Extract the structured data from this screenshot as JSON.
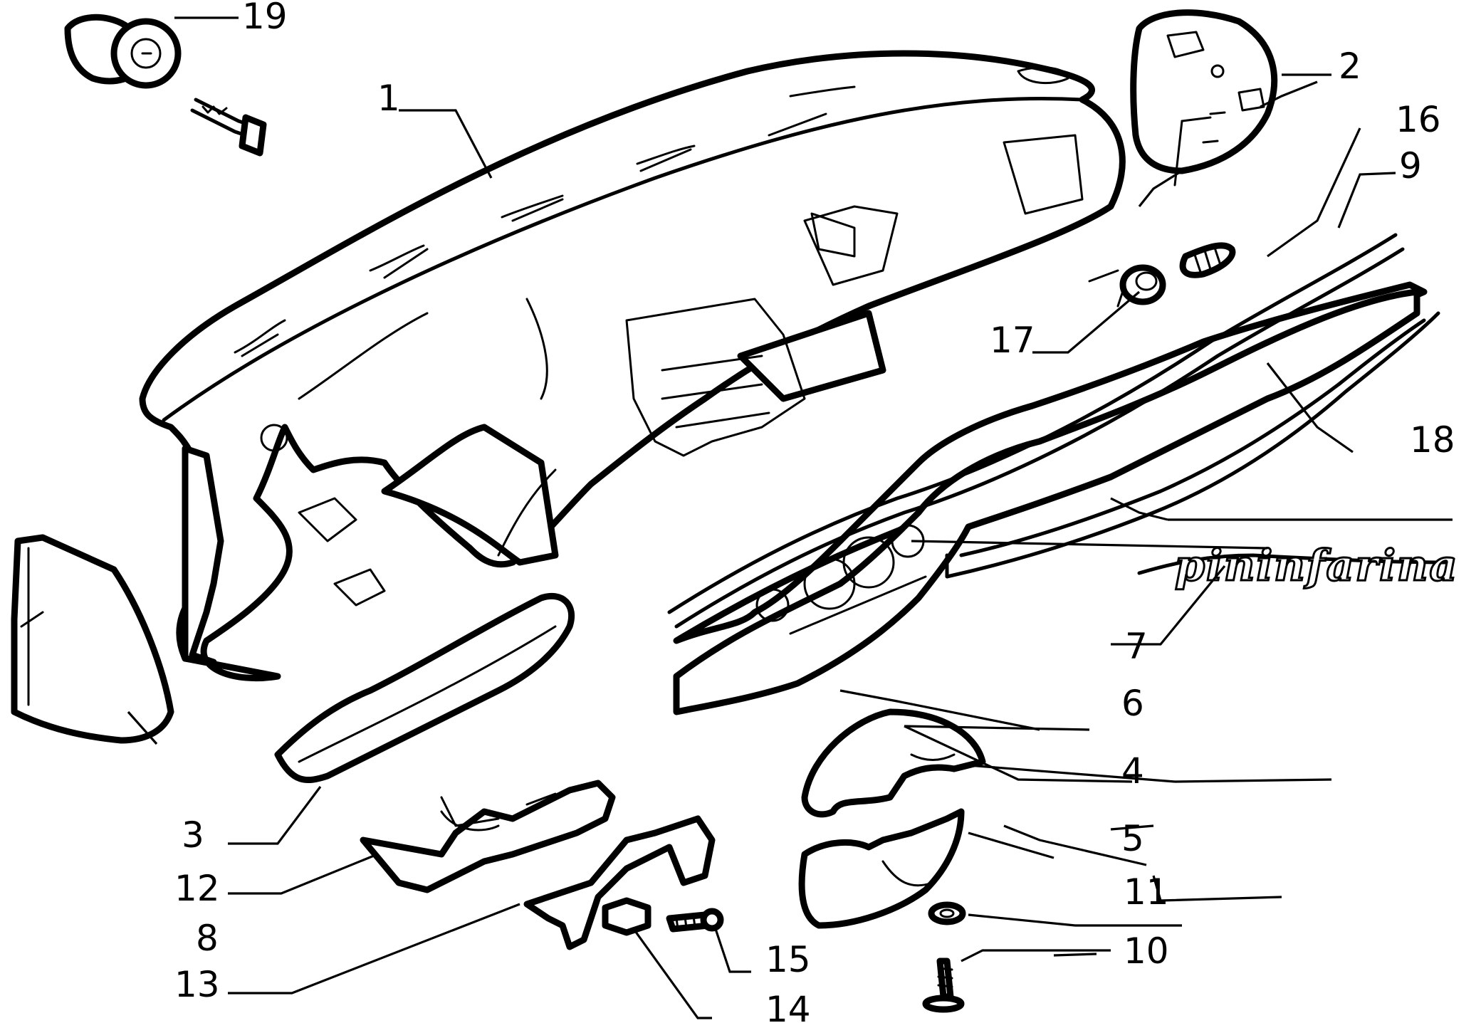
{
  "brand": {
    "logo_text": "pininfarina"
  },
  "callouts": [
    {
      "id": "1",
      "label": "1"
    },
    {
      "id": "2",
      "label": "2"
    },
    {
      "id": "3",
      "label": "3"
    },
    {
      "id": "4",
      "label": "4"
    },
    {
      "id": "5",
      "label": "5"
    },
    {
      "id": "6",
      "label": "6"
    },
    {
      "id": "7",
      "label": "7"
    },
    {
      "id": "8",
      "label": "8"
    },
    {
      "id": "9",
      "label": "9"
    },
    {
      "id": "10",
      "label": "10"
    },
    {
      "id": "11",
      "label": "11"
    },
    {
      "id": "12",
      "label": "12"
    },
    {
      "id": "13",
      "label": "13"
    },
    {
      "id": "14",
      "label": "14"
    },
    {
      "id": "15",
      "label": "15"
    },
    {
      "id": "16",
      "label": "16"
    },
    {
      "id": "17",
      "label": "17"
    },
    {
      "id": "18",
      "label": "18"
    },
    {
      "id": "19",
      "label": "19"
    }
  ]
}
